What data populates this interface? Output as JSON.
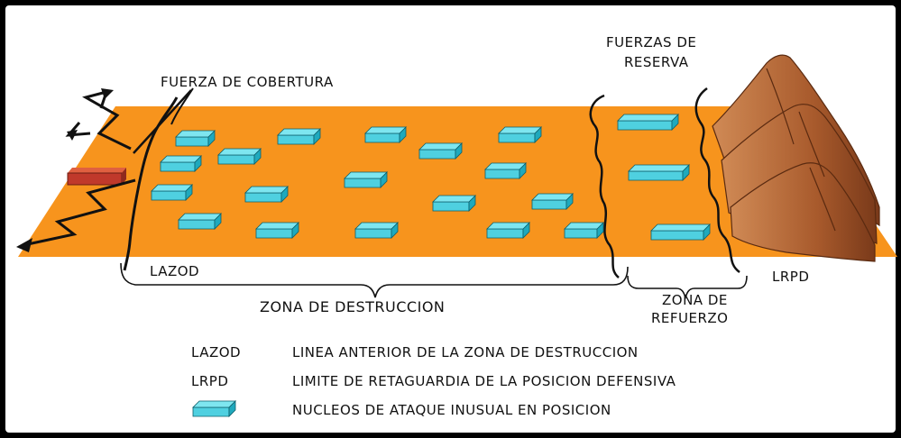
{
  "labels": {
    "cover_force": "FUERZA DE COBERTURA",
    "reserve_force_line1": "FUERZAS DE",
    "reserve_force_line2": "RESERVA",
    "lazod": "LAZOD",
    "lrpd": "LRPD",
    "destruction_zone": "ZONA DE DESTRUCCION",
    "reinforcement_zone_line1": "ZONA DE",
    "reinforcement_zone_line2": "REFUERZO"
  },
  "legend": [
    {
      "key": "LAZOD",
      "description": "LINEA ANTERIOR DE LA ZONA DE DESTRUCCION"
    },
    {
      "key": "LRPD",
      "description": "LIMITE DE RETAGUARDIA DE LA POSICION DEFENSIVA"
    },
    {
      "key": "",
      "symbol": "block-icon",
      "description": "NUCLEOS DE ATAQUE INUSUAL EN POSICION"
    }
  ],
  "colors": {
    "frame": "#000000",
    "background": "#ffffff",
    "terrain": "#f7941d",
    "block_top": "#7ee6f0",
    "block_side": "#1fa9bd",
    "enemy_block": "#c0392b",
    "mountain": "#b5673a"
  }
}
